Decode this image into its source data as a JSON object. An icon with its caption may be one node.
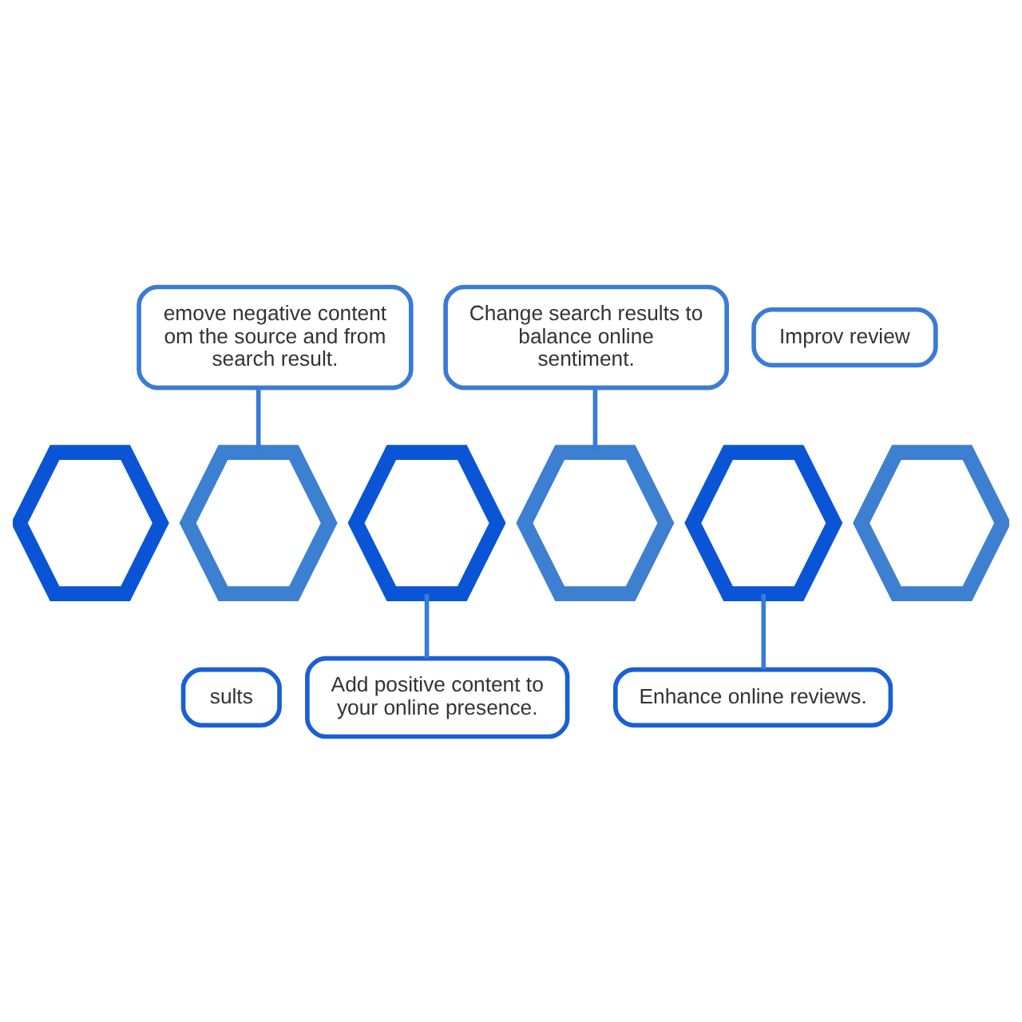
{
  "diagram": {
    "nodes": [
      {
        "text": [
          "emove negative content om the source and from search result."
        ]
      },
      {
        "text": [
          "Change search results to balance online sentiment."
        ]
      },
      {
        "text": [
          "Improv review"
        ]
      },
      {
        "text": [],
        "shape": "hexagon"
      },
      {
        "text": [],
        "shape": "hexagon"
      },
      {
        "text": [],
        "shape": "hexagon"
      },
      {
        "text": [],
        "shape": "hexagon"
      },
      {
        "text": [],
        "shape": "hexagon"
      },
      {
        "text": [],
        "shape": "hexagon"
      },
      {
        "text": [
          "sults"
        ]
      },
      {
        "text": [
          "Add positive content to your online presence."
        ]
      },
      {
        "text": [
          "Enhance online reviews."
        ]
      }
    ],
    "edges": [
      {
        "from": 0,
        "to": 4,
        "arrow": "none"
      },
      {
        "from": 1,
        "to": 6,
        "arrow": "none"
      },
      {
        "from": 5,
        "to": 10,
        "arrow": "none"
      },
      {
        "from": 7,
        "to": 11,
        "arrow": "none"
      }
    ]
  }
}
